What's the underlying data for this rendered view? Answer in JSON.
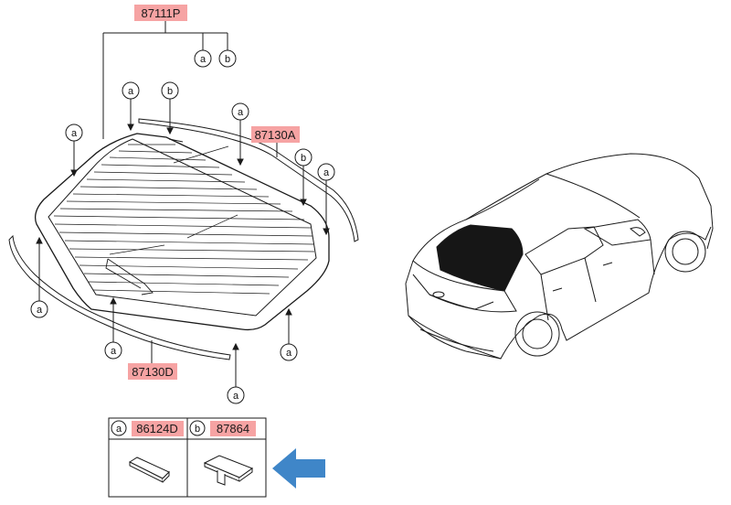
{
  "diagram": {
    "part_labels": [
      "87111P",
      "87130A",
      "87130D"
    ],
    "callout_letters": [
      "a",
      "b"
    ],
    "legend": {
      "items": [
        {
          "letter": "a",
          "part": "86124D"
        },
        {
          "letter": "b",
          "part": "87864"
        }
      ]
    },
    "colors": {
      "label_bg": "#f6a3a3",
      "arrow": "#3f86c8",
      "line": "#1a1a1a",
      "window_fill": "#161616"
    },
    "icons": [
      "glass-part",
      "molding-part",
      "clip-part",
      "fastener-a-icon",
      "fastener-b-icon",
      "pointer-arrow-icon",
      "car-illustration"
    ]
  }
}
